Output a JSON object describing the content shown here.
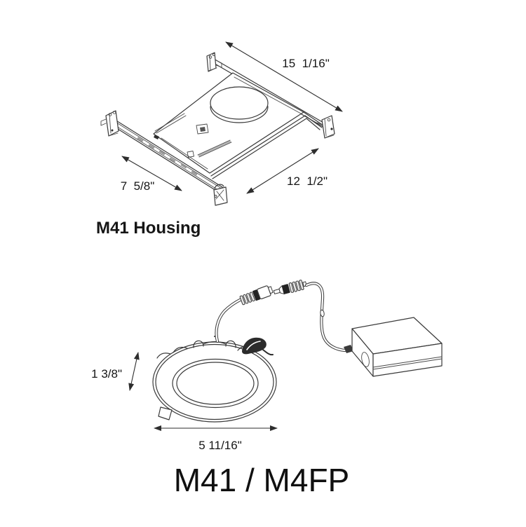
{
  "page": {
    "background": "#ffffff",
    "line_color": "#3a3a3a",
    "text_color": "#161616"
  },
  "housing": {
    "caption": "M41 Housing",
    "dim_width": "15  1/16\"",
    "dim_bar_length": "7  5/8\"",
    "dim_depth": "12  1/2\""
  },
  "fixture": {
    "title": "M41 / M4FP",
    "dim_height": "1 3/8\"",
    "dim_diameter": "5 11/16\""
  }
}
